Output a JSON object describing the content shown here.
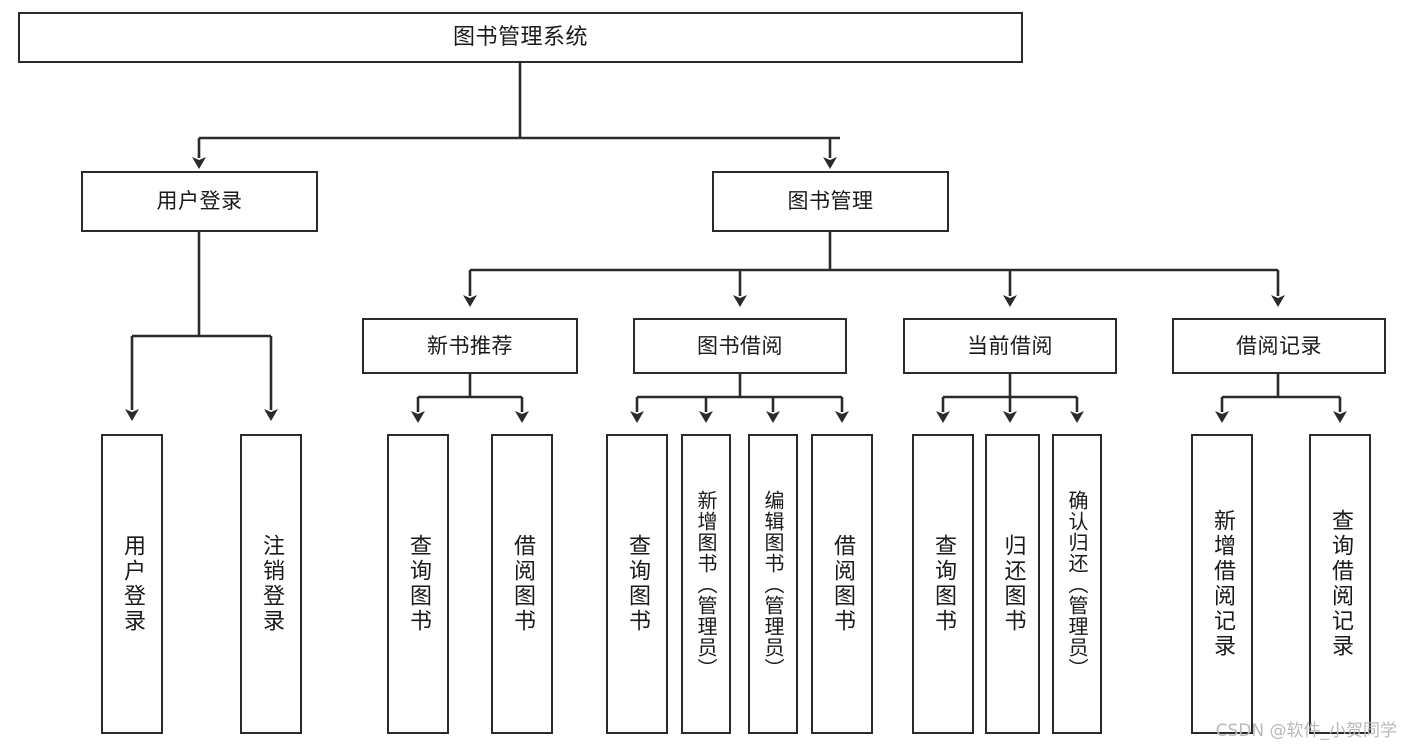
{
  "diagram": {
    "type": "tree-hierarchy-chart",
    "title": "图书管理系统",
    "watermark": "CSDN @软件_小贺同学",
    "colors": {
      "background": "#ffffff",
      "box_border": "#2b2b2b",
      "box_fill": "#ffffff",
      "connector": "#2b2b2b",
      "text": "#1a1a1a",
      "watermark": "#b9b9b9"
    },
    "root": {
      "label": "图书管理系统"
    },
    "level2": [
      {
        "label": "用户登录"
      },
      {
        "label": "图书管理"
      }
    ],
    "level3": [
      {
        "label": "新书推荐"
      },
      {
        "label": "图书借阅"
      },
      {
        "label": "当前借阅"
      },
      {
        "label": "借阅记录"
      }
    ],
    "leaves": {
      "user_login": [
        {
          "label": "用户登录"
        },
        {
          "label": "注销登录"
        }
      ],
      "new_book_recommend": [
        {
          "label": "查询图书"
        },
        {
          "label": "借阅图书"
        }
      ],
      "book_borrow": [
        {
          "label": "查询图书"
        },
        {
          "label": "新增图书（管理员）"
        },
        {
          "label": "编辑图书（管理员）"
        },
        {
          "label": "借阅图书"
        }
      ],
      "current_borrow": [
        {
          "label": "查询图书"
        },
        {
          "label": "归还图书"
        },
        {
          "label": "确认归还（管理员）"
        }
      ],
      "borrow_record": [
        {
          "label": "新增借阅记录"
        },
        {
          "label": "查询借阅记录"
        }
      ]
    }
  }
}
